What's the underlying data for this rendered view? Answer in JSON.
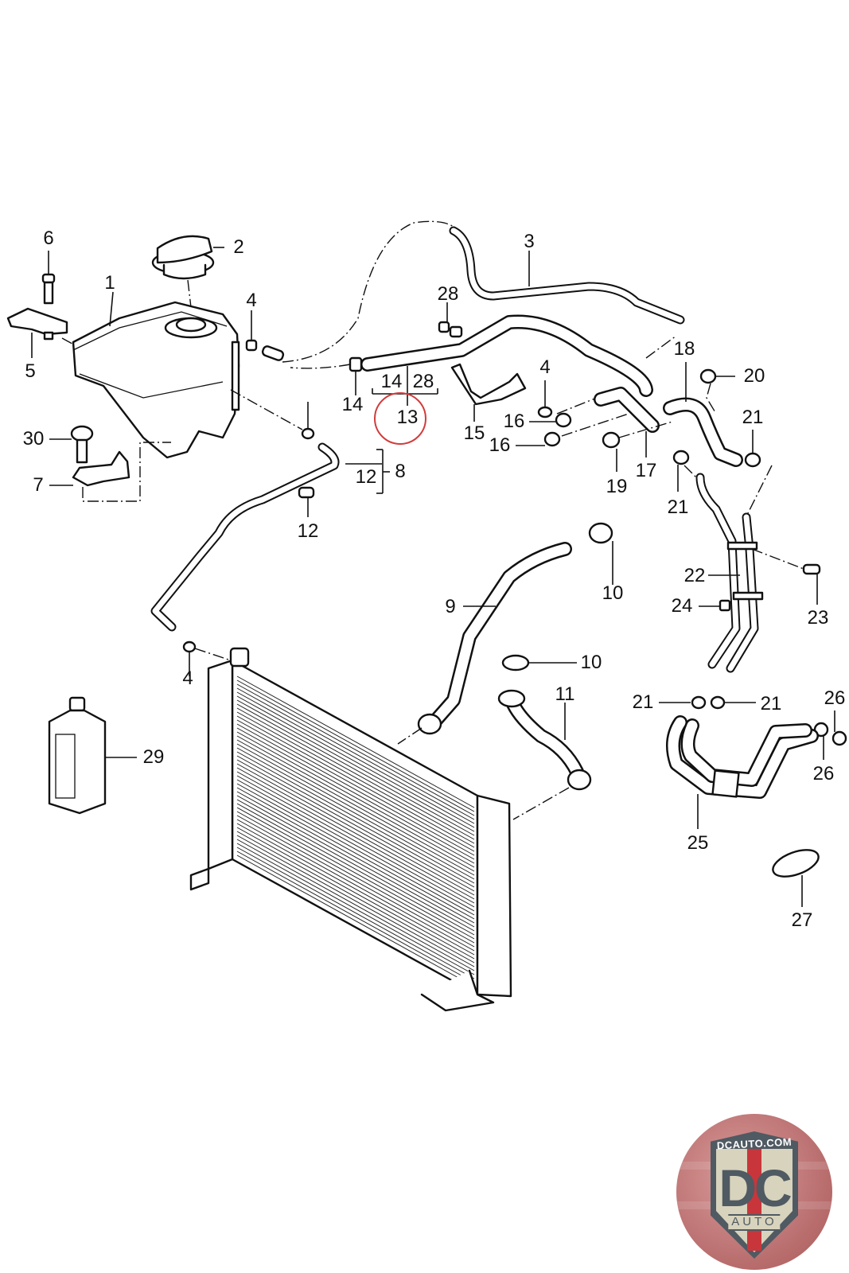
{
  "diagram": {
    "title": "",
    "type": "exploded-parts-diagram",
    "subject": "coolant expansion tank, hoses and radiator",
    "highlighted_callout": "13",
    "highlight_color": "#d23c3c",
    "line_color": "#111111",
    "background_color": "#ffffff"
  },
  "callouts": [
    {
      "id": "c6",
      "text": "6"
    },
    {
      "id": "c2",
      "text": "2"
    },
    {
      "id": "c1",
      "text": "1"
    },
    {
      "id": "c4a",
      "text": "4"
    },
    {
      "id": "c5",
      "text": "5"
    },
    {
      "id": "c3",
      "text": "3"
    },
    {
      "id": "c28",
      "text": "28"
    },
    {
      "id": "c18",
      "text": "18"
    },
    {
      "id": "c20",
      "text": "20"
    },
    {
      "id": "c4b",
      "text": "4"
    },
    {
      "id": "c14a",
      "text": "14"
    },
    {
      "id": "c14b",
      "text": "14"
    },
    {
      "id": "c28b",
      "text": "28"
    },
    {
      "id": "c13",
      "text": "13"
    },
    {
      "id": "c15",
      "text": "15"
    },
    {
      "id": "c4c",
      "text": "4"
    },
    {
      "id": "c16a",
      "text": "16"
    },
    {
      "id": "c16b",
      "text": "16"
    },
    {
      "id": "c21a",
      "text": "21"
    },
    {
      "id": "c30",
      "text": "30"
    },
    {
      "id": "c7",
      "text": "7"
    },
    {
      "id": "c12a",
      "text": "12"
    },
    {
      "id": "c8",
      "text": "8"
    },
    {
      "id": "c12b",
      "text": "12"
    },
    {
      "id": "c19",
      "text": "19"
    },
    {
      "id": "c17",
      "text": "17"
    },
    {
      "id": "c21b",
      "text": "21"
    },
    {
      "id": "c10a",
      "text": "10"
    },
    {
      "id": "c22",
      "text": "22"
    },
    {
      "id": "c9",
      "text": "9"
    },
    {
      "id": "c24",
      "text": "24"
    },
    {
      "id": "c23",
      "text": "23"
    },
    {
      "id": "c4d",
      "text": "4"
    },
    {
      "id": "c10b",
      "text": "10"
    },
    {
      "id": "c11",
      "text": "11"
    },
    {
      "id": "c21c",
      "text": "21"
    },
    {
      "id": "c21d",
      "text": "21"
    },
    {
      "id": "c26a",
      "text": "26"
    },
    {
      "id": "c29",
      "text": "29"
    },
    {
      "id": "c26b",
      "text": "26"
    },
    {
      "id": "c25",
      "text": "25"
    },
    {
      "id": "c27",
      "text": "27"
    }
  ],
  "logo": {
    "top_text": "DCAUTO.COM",
    "main_text": "DC",
    "sub_text": "AUTO",
    "primary_color": "#4f5a62",
    "accent_color": "#c8363b",
    "background_color": "#b76b6b"
  }
}
